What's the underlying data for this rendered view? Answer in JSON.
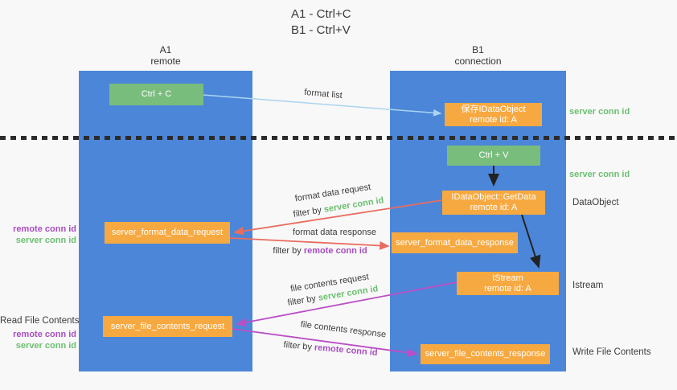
{
  "title": {
    "line1": "A1 - Ctrl+C",
    "line2": "B1 - Ctrl+V"
  },
  "lanes": {
    "left": {
      "name": "A1",
      "role": "remote"
    },
    "right": {
      "name": "B1",
      "role": "connection"
    }
  },
  "boxes": {
    "ctrl_c": "Ctrl + C",
    "ctrl_v": "Ctrl + V",
    "save_dataobject_line1": "保存IDataObject",
    "save_dataobject_line2": "remote id: A",
    "getdata_line1": "IDataObject::GetData",
    "getdata_line2": "remote id: A",
    "istream_line1": "IStream",
    "istream_line2": "remote id: A",
    "format_request": "server_format_data_request",
    "format_response": "server_format_data_response",
    "file_request": "server_file_contents_request",
    "file_response": "server_file_contents_response"
  },
  "arrow_labels": {
    "format_list": "format list",
    "format_data_request": "format data request",
    "format_data_response": "format data response",
    "file_contents_request": "file contents request",
    "file_contents_response": "file contents response",
    "filter_by": "filter by",
    "server_conn_id": "server conn id",
    "remote_conn_id": "remote conn id"
  },
  "side_labels": {
    "server_conn_id_top": "server conn id",
    "server_conn_id_mid": "server conn id",
    "dataobject": "DataObject",
    "istream": "Istream",
    "read_file_contents": "Read File Contents",
    "write_file_contents": "Write File Contents",
    "remote_conn_id": "remote conn id",
    "server_conn_id": "server conn id"
  },
  "colors": {
    "lane_blue": "#4c86d8",
    "box_green": "#79bd7d",
    "box_orange": "#f7a941",
    "arrow_blue": "#aad4f0",
    "arrow_red": "#e96d5f",
    "arrow_magenta": "#bb4ec6",
    "arrow_black": "#222222",
    "label_green": "#6cbf70",
    "label_purple": "#a84fc0"
  }
}
